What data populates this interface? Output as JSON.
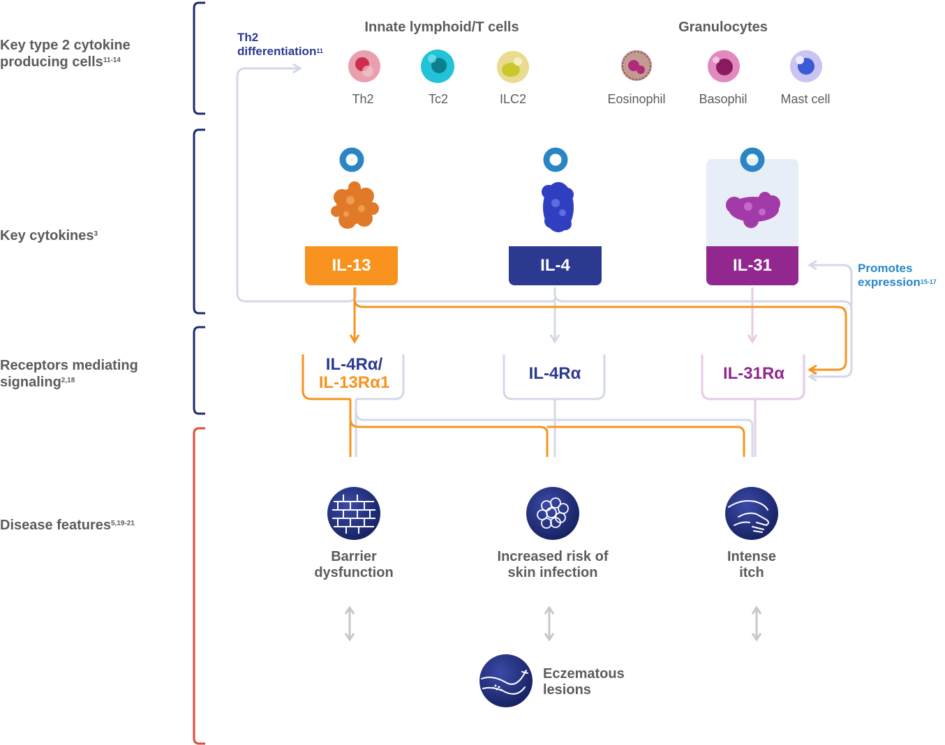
{
  "rows": {
    "cells": {
      "line1": "Key type 2 cytokine",
      "line2": "producing cells",
      "sup": "11-14"
    },
    "cytokines": {
      "text": "Key cytokines",
      "sup": "3"
    },
    "receptors": {
      "line1": "Receptors mediating",
      "line2": "signaling",
      "sup": "2,18"
    },
    "disease": {
      "text": "Disease features",
      "sup": "5,19-21"
    }
  },
  "groups": {
    "innate": "Innate lymphoid/T cells",
    "granulocytes": "Granulocytes"
  },
  "cells": [
    {
      "label": "Th2",
      "color": "#d94a63"
    },
    {
      "label": "Tc2",
      "color": "#1bb7cc"
    },
    {
      "label": "ILC2",
      "color": "#d9c65a"
    },
    {
      "label": "Eosinophil",
      "color": "#b06a6a"
    },
    {
      "label": "Basophil",
      "color": "#c2508e"
    },
    {
      "label": "Mast cell",
      "color": "#8c8ee6"
    }
  ],
  "notes": {
    "th2": {
      "line1": "Th2",
      "line2": "differentiation",
      "sup": "11"
    },
    "promotes": {
      "line1": "Promotes",
      "line2": "expression",
      "sup": "15-17"
    }
  },
  "cytokines": [
    {
      "label": "IL-13",
      "color": "#f7931e"
    },
    {
      "label": "IL-4",
      "color": "#2b3990"
    },
    {
      "label": "IL-31",
      "color": "#92278f"
    }
  ],
  "receptors": {
    "il4ra_il13": {
      "line1": "IL-4Rα/",
      "line2": "IL-13Rα1"
    },
    "il4ra": "IL-4Rα",
    "il31ra": "IL-31Rα"
  },
  "features": [
    {
      "line1": "Barrier",
      "line2": "dysfunction",
      "icon": "brick-wall-icon"
    },
    {
      "line1": "Increased risk of",
      "line2": "skin infection",
      "icon": "bacteria-cluster-icon"
    },
    {
      "line1": "Intense",
      "line2": "itch",
      "icon": "scratching-hand-icon"
    }
  ],
  "lesions": {
    "line1": "Eczematous",
    "line2": "lesions",
    "icon": "arm-lesion-icon"
  },
  "colors": {
    "navy": "#1f2a6b",
    "orange": "#f7931e",
    "blue": "#2b3990",
    "purple": "#92278f",
    "lightblue": "#2a85c6",
    "grey_line": "#d3d8e6",
    "red_bracket": "#e04a3a"
  }
}
